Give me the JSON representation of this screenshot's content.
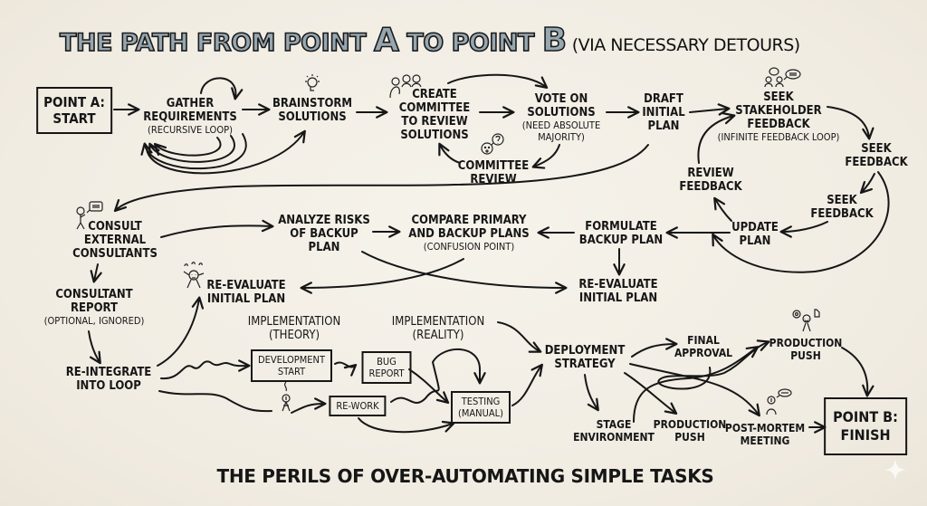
{
  "title": {
    "part1": "THE PATH FROM POINT ",
    "letter_a": "A",
    "part2": " TO POINT ",
    "letter_b": "B",
    "subtitle": "(VIA NECESSARY DETOURS)"
  },
  "nodes": {
    "point_a": [
      "POINT A:",
      "START"
    ],
    "gather": {
      "lines": [
        "GATHER",
        "REQUIREMENTS"
      ],
      "note": "(RECURSIVE LOOP)"
    },
    "brainstorm": [
      "BRAINSTORM",
      "SOLUTIONS"
    ],
    "create_committee": [
      "CREATE",
      "COMMITTEE",
      "TO REVIEW",
      "SOLUTIONS"
    ],
    "vote": {
      "lines": [
        "VOTE ON",
        "SOLUTIONS"
      ],
      "note": [
        "(NEED ABSOLUTE",
        "MAJORITY)"
      ]
    },
    "committee_review": [
      "COMMITTEE",
      "REVIEW"
    ],
    "draft_plan": [
      "DRAFT",
      "INITIAL",
      "PLAN"
    ],
    "stakeholder": {
      "lines": [
        "SEEK",
        "STAKEHOLDER",
        "FEEDBACK"
      ],
      "note": "(INFINITE FEEDBACK LOOP)"
    },
    "seek_feedback_1": [
      "SEEK",
      "FEEDBACK"
    ],
    "seek_feedback_2": [
      "SEEK",
      "FEEDBACK"
    ],
    "review_feedback": [
      "REVIEW",
      "FEEDBACK"
    ],
    "update_plan": [
      "UPDATE",
      "PLAN"
    ],
    "consult": [
      "CONSULT",
      "EXTERNAL",
      "CONSULTANTS"
    ],
    "analyze_risks": [
      "ANALYZE RISKS",
      "OF BACKUP",
      "PLAN"
    ],
    "compare": {
      "lines": [
        "COMPARE PRIMARY",
        "AND BACKUP PLANS"
      ],
      "note": "(CONFUSION POINT)"
    },
    "formulate_backup": [
      "FORMULATE",
      "BACKUP PLAN"
    ],
    "reevaluate_right": [
      "RE-EVALUATE",
      "INITIAL PLAN"
    ],
    "reevaluate_left": [
      "RE-EVALUATE",
      "INITIAL PLAN"
    ],
    "consultant_report": {
      "lines": [
        "CONSULTANT",
        "REPORT"
      ],
      "note": "(OPTIONAL, IGNORED)"
    },
    "reintegrate": [
      "RE-INTEGRATE",
      "INTO LOOP"
    ],
    "impl_theory": [
      "IMPLEMENTATION",
      "(THEORY)"
    ],
    "impl_reality": [
      "IMPLEMENTATION",
      "(REALITY)"
    ],
    "dev_start": [
      "DEVELOPMENT",
      "START"
    ],
    "bug_report": [
      "BUG",
      "REPORT"
    ],
    "rework": [
      "RE-WORK"
    ],
    "testing": [
      "TESTING",
      "(MANUAL)"
    ],
    "deployment": [
      "DEPLOYMENT",
      "STRATEGY"
    ],
    "final_approval": [
      "FINAL",
      "APPROVAL"
    ],
    "production_push_top": [
      "PRODUCTION",
      "PUSH"
    ],
    "stage_env": [
      "STAGE",
      "ENVIRONMENT"
    ],
    "production_push_bottom": [
      "PRODUCTION",
      "PUSH"
    ],
    "post_mortem": [
      "POST-MORTEM",
      "MEETING"
    ],
    "point_b": [
      "POINT B:",
      "FINISH"
    ]
  },
  "icons": {
    "lightbulb": "lightbulb-head-icon",
    "committee": "committee-people-icon",
    "confused": "confused-face-question-icon",
    "stakeholders": "stakeholders-chat-icon",
    "consultant": "consultant-speech-icon",
    "reevaluate": "frustrated-person-icon",
    "developer": "developer-person-icon",
    "production": "production-person-gear-icon",
    "postmortem": "postmortem-person-speech-icon",
    "sparkle": "sparkle-icon"
  },
  "footer": "THE PERILS OF OVER-AUTOMATING SIMPLE TASKS",
  "colors": {
    "background": "#f3efe6",
    "ink": "#161616",
    "title_fill": "#96a7b1"
  }
}
